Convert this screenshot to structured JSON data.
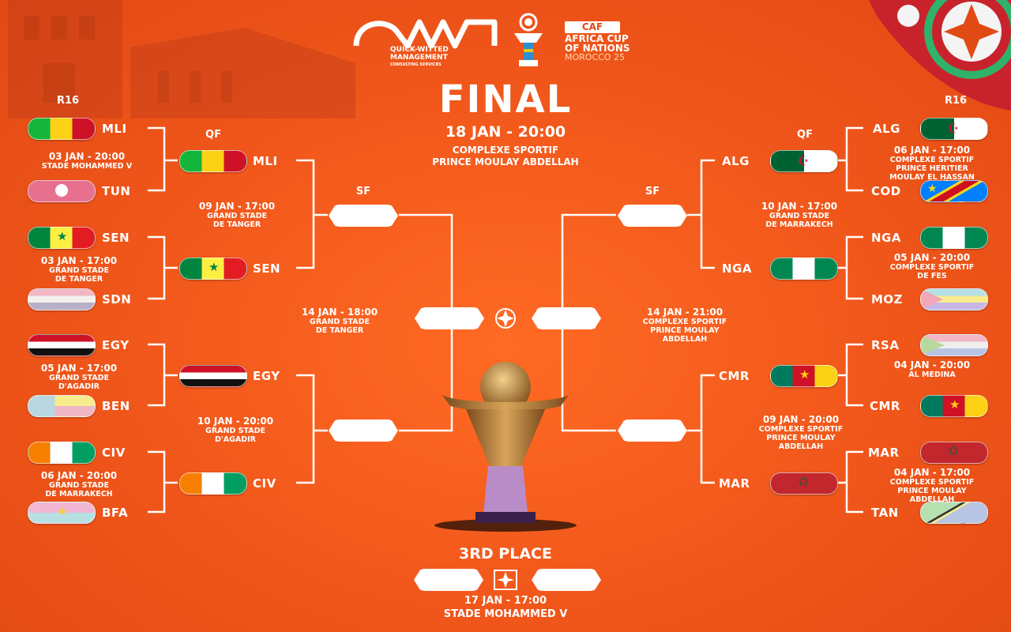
{
  "header": {
    "brand_name": "QUICK-WITTED MANAGEMENT",
    "brand_sub": "CONSULTING SERVICES",
    "caf": "CAF",
    "tournament_l1": "AFRICA CUP",
    "tournament_l2": "OF NATIONS",
    "tournament_l3": "MOROCCO 25"
  },
  "final": {
    "title": "FINAL",
    "date": "18 JAN - 20:00",
    "venue_l1": "COMPLEXE SPORTIF",
    "venue_l2": "PRINCE MOULAY ABDELLAH"
  },
  "third": {
    "title": "3RD PLACE",
    "date": "17 JAN - 17:00",
    "venue": "STADE MOHAMMED V"
  },
  "rounds": {
    "r16": "R16",
    "qf": "QF",
    "sf": "SF"
  },
  "left": {
    "r16": [
      {
        "code": "MLI"
      },
      {
        "code": "TUN"
      },
      {
        "code": "SEN"
      },
      {
        "code": "SDN"
      },
      {
        "code": "EGY"
      },
      {
        "code": "BEN"
      },
      {
        "code": "CIV"
      },
      {
        "code": "BFA"
      }
    ],
    "r16_info": [
      {
        "date": "03 JAN - 20:00",
        "venue": [
          "STADE MOHAMMED V"
        ]
      },
      {
        "date": "03 JAN - 17:00",
        "venue": [
          "GRAND STADE",
          "DE TANGER"
        ]
      },
      {
        "date": "05 JAN - 17:00",
        "venue": [
          "GRAND STADE",
          "D'AGADIR"
        ]
      },
      {
        "date": "06 JAN - 20:00",
        "venue": [
          "GRAND STADE",
          "DE MARRAKECH"
        ]
      }
    ],
    "qf": [
      {
        "code": "MLI"
      },
      {
        "code": "SEN"
      },
      {
        "code": "EGY"
      },
      {
        "code": "CIV"
      }
    ],
    "qf_info": [
      {
        "date": "09 JAN - 17:00",
        "venue": [
          "GRAND STADE",
          "DE TANGER"
        ]
      },
      {
        "date": "10 JAN - 20:00",
        "venue": [
          "GRAND STADE",
          "D'AGADIR"
        ]
      }
    ],
    "sf_info": {
      "date": "14 JAN - 18:00",
      "venue": [
        "GRAND STADE",
        "DE TANGER"
      ]
    }
  },
  "right": {
    "r16": [
      {
        "code": "ALG"
      },
      {
        "code": "COD"
      },
      {
        "code": "NGA"
      },
      {
        "code": "MOZ"
      },
      {
        "code": "RSA"
      },
      {
        "code": "CMR"
      },
      {
        "code": "MAR"
      },
      {
        "code": "TAN"
      }
    ],
    "r16_info": [
      {
        "date": "06 JAN - 17:00",
        "venue": [
          "COMPLEXE SPORTIF",
          "PRINCE HERITIER",
          "MOULAY EL HASSAN"
        ]
      },
      {
        "date": "05 JAN - 20:00",
        "venue": [
          "",
          "COMPLEXE SPORTIF",
          "DE FES"
        ]
      },
      {
        "date": "04 JAN - 20:00",
        "venue": [
          "",
          "AL MEDINA"
        ]
      },
      {
        "date": "04 JAN - 17:00",
        "venue": [
          "COMPLEXE SPORTIF",
          "PRINCE MOULAY",
          "ABDELLAH"
        ]
      }
    ],
    "qf": [
      {
        "code": "ALG"
      },
      {
        "code": "NGA"
      },
      {
        "code": "CMR"
      },
      {
        "code": "MAR"
      }
    ],
    "qf_info": [
      {
        "date": "10 JAN - 17:00",
        "venue": [
          "GRAND STADE",
          "DE MARRAKECH"
        ]
      },
      {
        "date": "09 JAN - 20:00",
        "venue": [
          "COMPLEXE SPORTIF",
          "PRINCE MOULAY",
          "ABDELLAH"
        ]
      }
    ],
    "sf_info": {
      "date": "14 JAN - 21:00",
      "venue": [
        "COMPLEXE SPORTIF",
        "PRINCE MOULAY",
        "ABDELLAH"
      ]
    }
  },
  "colors": {
    "background": "#f0561a",
    "lines": "#ffffff",
    "trophy_gold": "#c8913a"
  }
}
